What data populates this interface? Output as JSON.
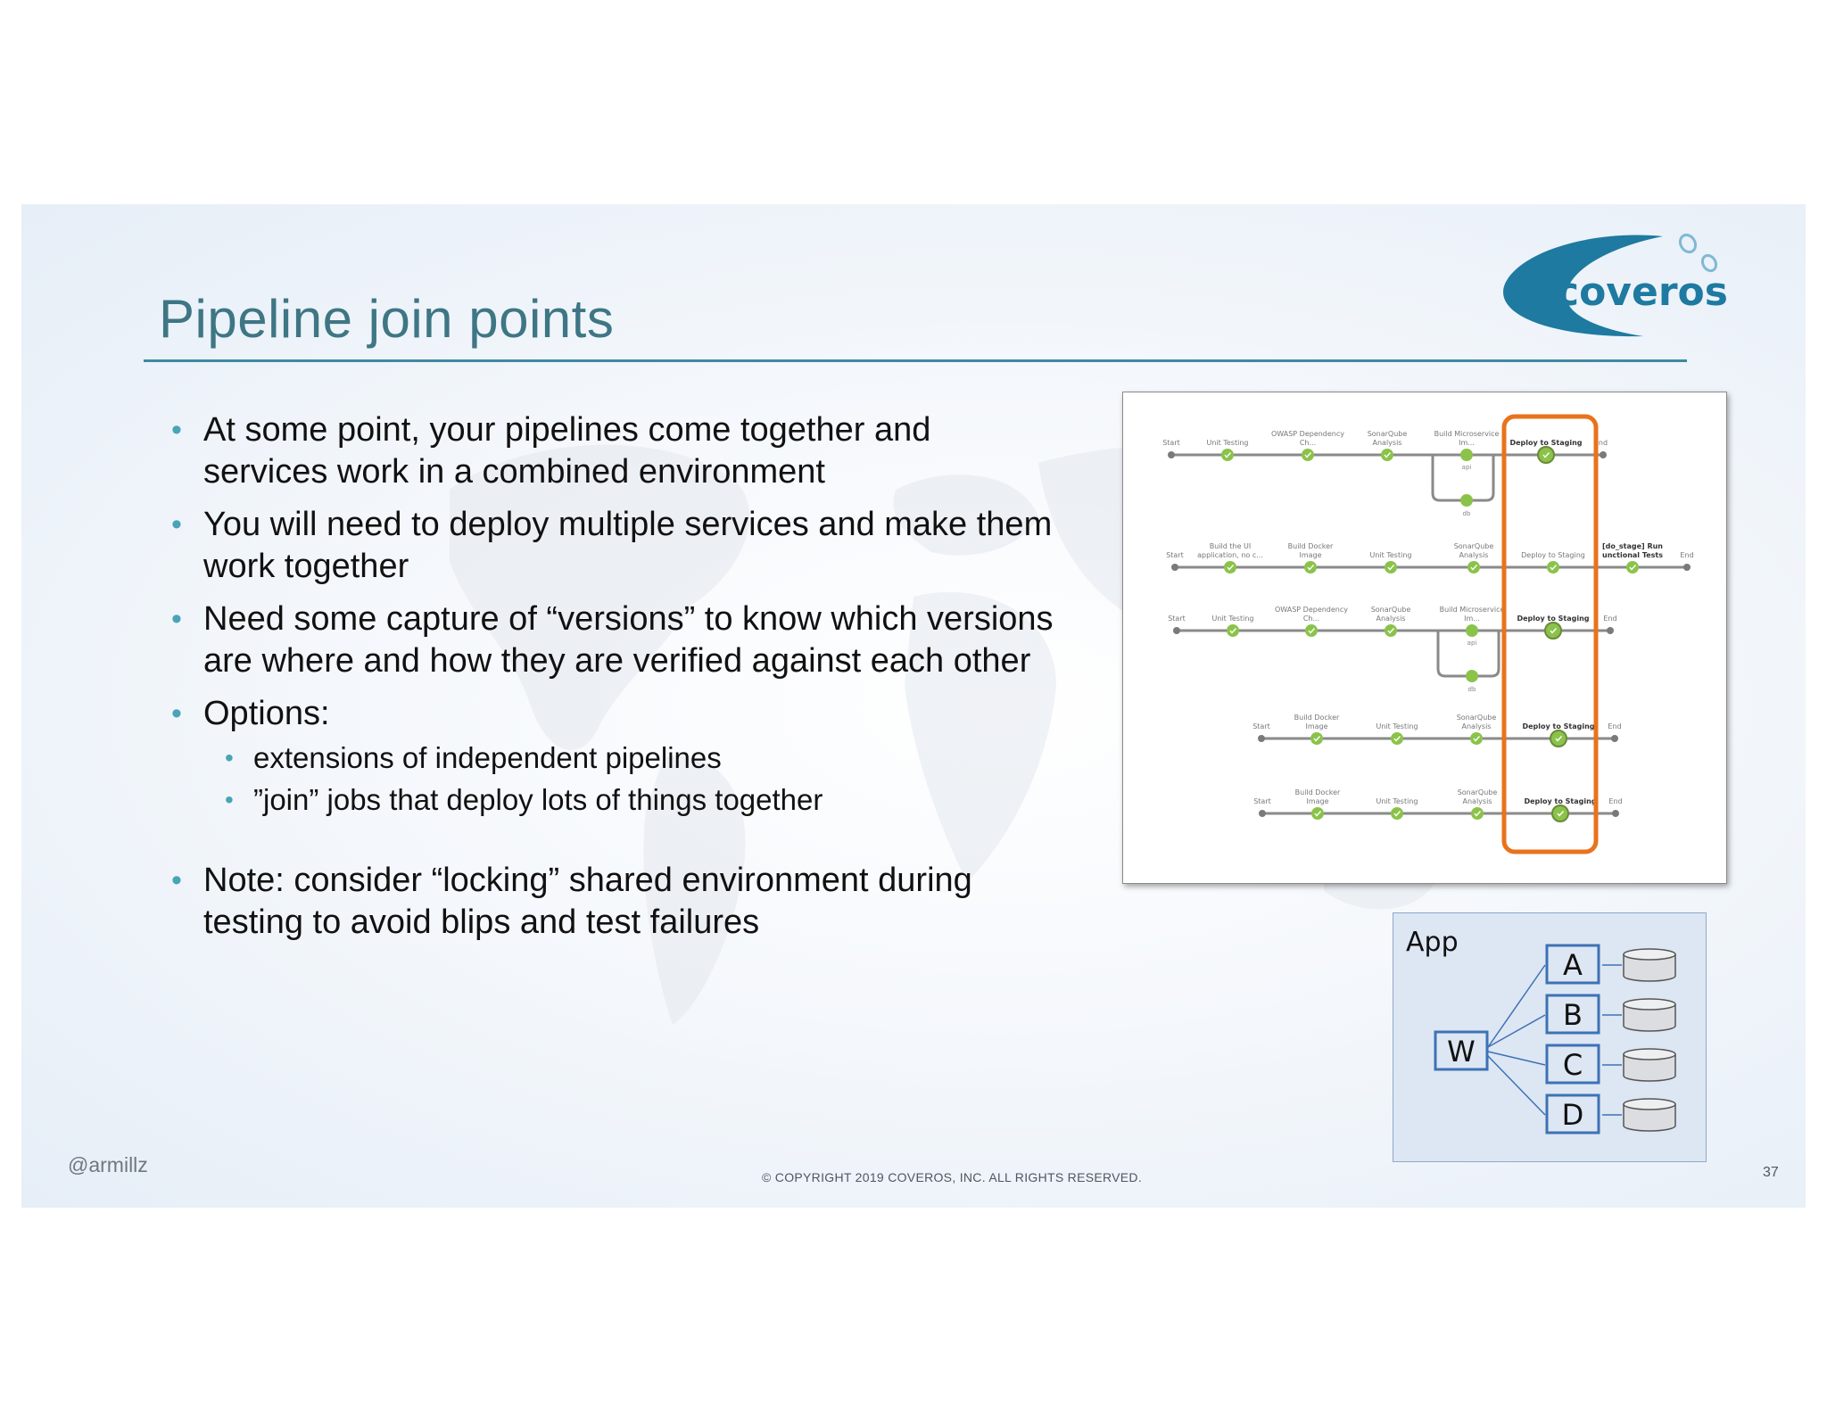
{
  "slide": {
    "title": "Pipeline join points",
    "logo_text": "coveros",
    "bullets": [
      "At some point, your pipelines come together and services work in a combined environment",
      "You will need to deploy multiple services and make them work together",
      "Need some capture of “versions” to know which versions are where and how they are verified against each other",
      "Options:"
    ],
    "sub_bullets": [
      "extensions of independent pipelines",
      "”join” jobs that deploy lots of things together"
    ],
    "note": "Note: consider “locking” shared environment during testing to avoid blips and test failures",
    "footer": {
      "handle": "@armillz",
      "copyright": "© COPYRIGHT 2019 COVEROS, INC. ALL RIGHTS RESERVED.",
      "page_number": "37"
    }
  },
  "pipelines": [
    {
      "stages": [
        "Start",
        "Unit Testing",
        "OWASP Dependency Ch...",
        "SonarQube Analysis",
        "Build Microservice Im...",
        "Deploy to Staging",
        "nd"
      ],
      "branch": [
        "api",
        "db"
      ]
    },
    {
      "stages": [
        "Start",
        "Build the UI application, no c...",
        "Build Docker Image",
        "Unit Testing",
        "SonarQube Analysis",
        "Deploy to Staging",
        "[do_stage] Run unctional Tests",
        "End"
      ]
    },
    {
      "stages": [
        "Start",
        "Unit Testing",
        "OWASP Dependency Ch...",
        "SonarQube Analysis",
        "Build Microservice Im...",
        "Deploy to Staging",
        "End"
      ],
      "branch": [
        "api",
        "db"
      ]
    },
    {
      "stages": [
        "Start",
        "Build Docker Image",
        "Unit Testing",
        "SonarQube Analysis",
        "Deploy to Staging",
        "End"
      ]
    },
    {
      "stages": [
        "Start",
        "Build Docker Image",
        "Unit Testing",
        "SonarQube Analysis",
        "Deploy to Staging",
        "End"
      ]
    }
  ],
  "app_diagram": {
    "title": "App",
    "root": "W",
    "services": [
      "A",
      "B",
      "C",
      "D"
    ]
  },
  "colors": {
    "title": "#3e7684",
    "bullet": "#49a4b6",
    "stage_green": "#8bc34a",
    "highlight": "#e8731c",
    "logo": "#1e7aa0"
  }
}
